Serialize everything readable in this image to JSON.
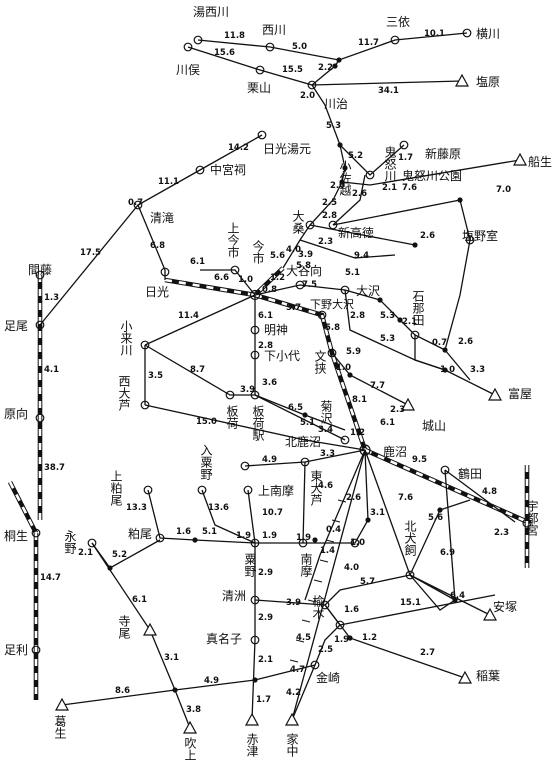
{
  "places": {
    "yunishigawa": "湯西川",
    "nishikawa": "西川",
    "miyori": "三依",
    "yokokawa": "横川",
    "kawamata": "川俣",
    "kuriyama": "栗山",
    "kawaji": "川治",
    "shiobara": "塩原",
    "nikko_yumoto": "日光湯元",
    "chugushi": "中宮祠",
    "kinugawa": "鬼怒川",
    "shinfujiwara": "新藤原",
    "kinugawa_koen": "鬼怒川公園",
    "kosagoe": "小佐越",
    "funyu": "船生",
    "kiyotaki": "清滝",
    "kamiimaichi": "上今市",
    "imaichi": "今市",
    "otaki": "大桑",
    "shintakatoku": "新高徳",
    "shioyamuro": "塩野室",
    "nikko": "日光",
    "oyamukai": "大谷向",
    "mabase": "間藤",
    "shimotsuke_osawa": "下野大沢",
    "osawa": "大沢",
    "ishinasaka": "石那田",
    "ashio": "足尾",
    "okurusu": "小来川",
    "myojin": "明神",
    "shimokoshiro": "下小代",
    "fumiba": "文挟",
    "tomiya": "富屋",
    "haramuko": "原向",
    "nishiozaki": "西大芦",
    "itaga": "板荷",
    "itagaeki": "板荷駅",
    "kitakanuma": "北鹿沼",
    "kikuzawa": "菊沢",
    "shiroyama": "城山",
    "kanuma": "鹿沼",
    "kiryu": "桐生",
    "tsuruta": "鶴田",
    "utsunomiya": "宇都宮",
    "kamiawano": "上粕尾",
    "iriawano": "入粟野",
    "kaminanma": "上南摩",
    "higashiozaki": "東大芦",
    "nagano": "永野",
    "kasuo": "粕尾",
    "awano": "粟野",
    "nanma": "南摩",
    "nirei": "楡木",
    "kitainukai": "北犬飼",
    "yasuzuka": "安塚",
    "kiyosu": "清洲",
    "masago": "真名子",
    "inaba": "稲葉",
    "ashikaga": "足利",
    "terao": "寺尾",
    "kanasaki": "金崎",
    "kuzuu": "葛生",
    "fukiage": "吹上",
    "akatsu": "赤津",
    "ienaka": "家中"
  },
  "distances_km": {
    "yunishigawa_nishikawa": "11.8",
    "nishikawa_miyori": "5.0",
    "miyori_j": "11.7",
    "miyori_yokokawa": "10.1",
    "kawamata_kuriyama": "15.6",
    "kuriyama_j": "15.5",
    "j_j1": "2.2",
    "j1_kawaji": "2.0",
    "kawaji_j": "5.3",
    "j_shiobara": "34.1",
    "nikko_yumoto": "14.2",
    "chugushi": "11.1",
    "kiyotaki_a": "0.7",
    "kiyotaki_b": "6.8",
    "nikko_mabase": "17.5",
    "kos_1": "5.2",
    "kos_2": "2.6",
    "kos_3": "2.0",
    "kin_1": "2.1",
    "kin_2": "7.6",
    "kin_3": "1.7",
    "funyu": "7.0",
    "otaki_a": "2.5",
    "otaki_b": "2.8",
    "otaki_c": "2.3",
    "otaki_d": "3.9",
    "nikko_imaichi_a": "6.1",
    "nikko_imaichi_b": "6.6",
    "kami_imaichi": "1.0",
    "imaichi_otaki_a": "5.6",
    "imaichi_otaki_b": "4.0",
    "imaichi_oyamukai": "0.8",
    "oyamukai_j": "1.2",
    "to_shintakatoku": "5.8",
    "shio_1": "2.6",
    "shio_2": "5.1",
    "shio_3": "9.4",
    "imaichi_shimotsuke": "7.5",
    "imaichi_mid": "5.7",
    "imaichi_myojin": "6.1",
    "osawa_1": "5.3",
    "osawa_2": "2.8",
    "osawa_3": "5.3",
    "ishi_1": "2.1",
    "ishi_2": "0.7",
    "ishi_3": "1.0",
    "ishi_4": "2.6",
    "tomiya": "3.3",
    "mabase_ashio": "1.3",
    "ashio_haramuko": "4.1",
    "okurusu_imaichi": "11.4",
    "myojin_shimokoshiro": "2.8",
    "shimotsuke_fumiba": "5.8",
    "fumiba_1": "1.0",
    "fumiba_2": "5.9",
    "haramuko_kiryu": "38.7",
    "okurusu_nishiozaki": "3.5",
    "okurusu_itaga": "8.7",
    "itaga_eki": "3.9",
    "shimo_itagaeki": "3.6",
    "fumi_kanuma": "8.1",
    "fumi_7": "7.7",
    "shiroyama": "2.3",
    "itagaeki_kitakanuma": "6.5",
    "kikuzawa_a": "5.1",
    "kikuzawa_b": "3.4",
    "nishiozaki_kanuma": "15.0",
    "kitakanuma_kanuma": "1.2",
    "kanuma_j": "6.1",
    "kiryu_ashikaga": "14.7",
    "kanuma_tsuruta": "9.5",
    "tsuruta_utsunomiya": "4.8",
    "kaminanma_line": "4.9",
    "kanuma_higashi": "3.3",
    "kanuma_nirei": "4.6",
    "kanuma_kitainukai": "7.6",
    "kita_1": "5.6",
    "kita_2": "3.1",
    "kanuma_2": "2.6",
    "kanuma_3": "1.0",
    "awano_kaminanma": "10.7",
    "kamiawano": "13.3",
    "iriawano": "13.6",
    "kasuo_awano": "1.6",
    "kasuo_2": "5.1",
    "awano_nanma": "1.9",
    "nanma_1": "1.9",
    "nanma_2": "1.9",
    "nanma_3": "1.4",
    "nanma_4": "0.4",
    "nagano_1": "2.1",
    "nagano_2": "5.2",
    "terao_1": "6.1",
    "terao_2": "3.1",
    "fukiage": "3.8",
    "kiyosu_1": "2.9",
    "kiyosu_2": "3.9",
    "masago": "2.9",
    "akatsu_1": "2.1",
    "akatsu_2": "1.7",
    "nirei_1": "4.0",
    "nirei_2": "5.7",
    "yasuzuka": "6.4",
    "kita_3": "6.9",
    "kita_4": "2.3",
    "utsu_1": "15.1",
    "inaba": "2.7",
    "nirei_3": "1.6",
    "nirei_4": "1.2",
    "nirei_5": "1.9",
    "nirei_6": "2.5",
    "kanasaki_1": "4.7",
    "kanasaki_2": "4.9",
    "kuzuu": "8.6",
    "ienaka_1": "4.5",
    "ienaka_2": "4.2"
  }
}
